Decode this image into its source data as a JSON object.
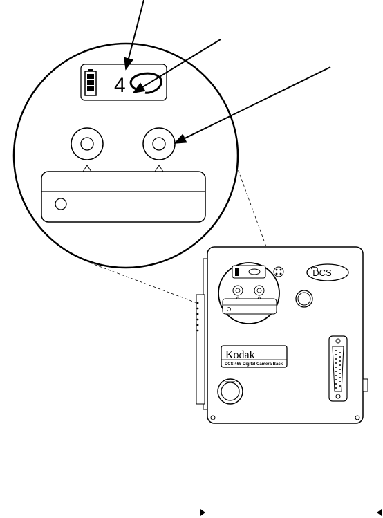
{
  "display": {
    "frame_counter": "4"
  },
  "camera": {
    "brand": "Kodak",
    "model_label": "DCS 465 Digital Camera Back",
    "badge": "DCS"
  },
  "icons": [
    "battery-icon",
    "power-cycle-icon",
    "arrow-icon",
    "page-nav-icon"
  ]
}
